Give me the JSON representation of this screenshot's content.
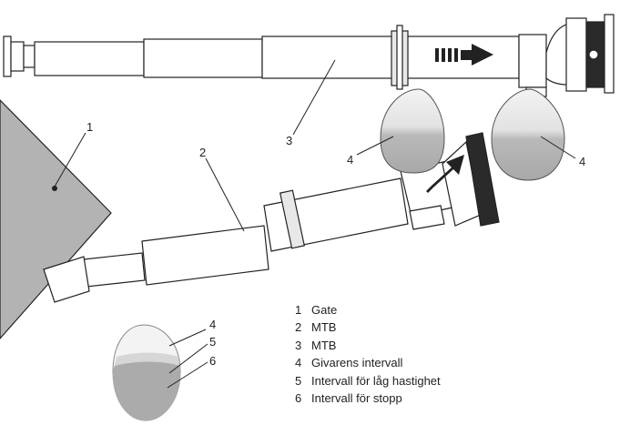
{
  "callouts": {
    "gate": "1",
    "mtb_lower": "2",
    "mtb_upper": "3",
    "sensor_left": "4",
    "sensor_right": "4"
  },
  "inset": {
    "label_outer": "4",
    "label_middle": "5",
    "label_inner": "6"
  },
  "legend": [
    {
      "num": "1",
      "text": "Gate"
    },
    {
      "num": "2",
      "text": "MTB"
    },
    {
      "num": "3",
      "text": "MTB"
    },
    {
      "num": "4",
      "text": "Givarens intervall"
    },
    {
      "num": "5",
      "text": "Intervall för låg hastighet"
    },
    {
      "num": "6",
      "text": "Intervall för stopp"
    }
  ],
  "colors": {
    "line": "#222222",
    "gate_fill": "#b3b3b3",
    "tube_fill": "#ffffff",
    "zone_outer": "#f2f2f2",
    "zone_slow": "#d6d6d6",
    "zone_stop": "#ababab"
  },
  "icons": [
    "direction-arrow-icon"
  ]
}
